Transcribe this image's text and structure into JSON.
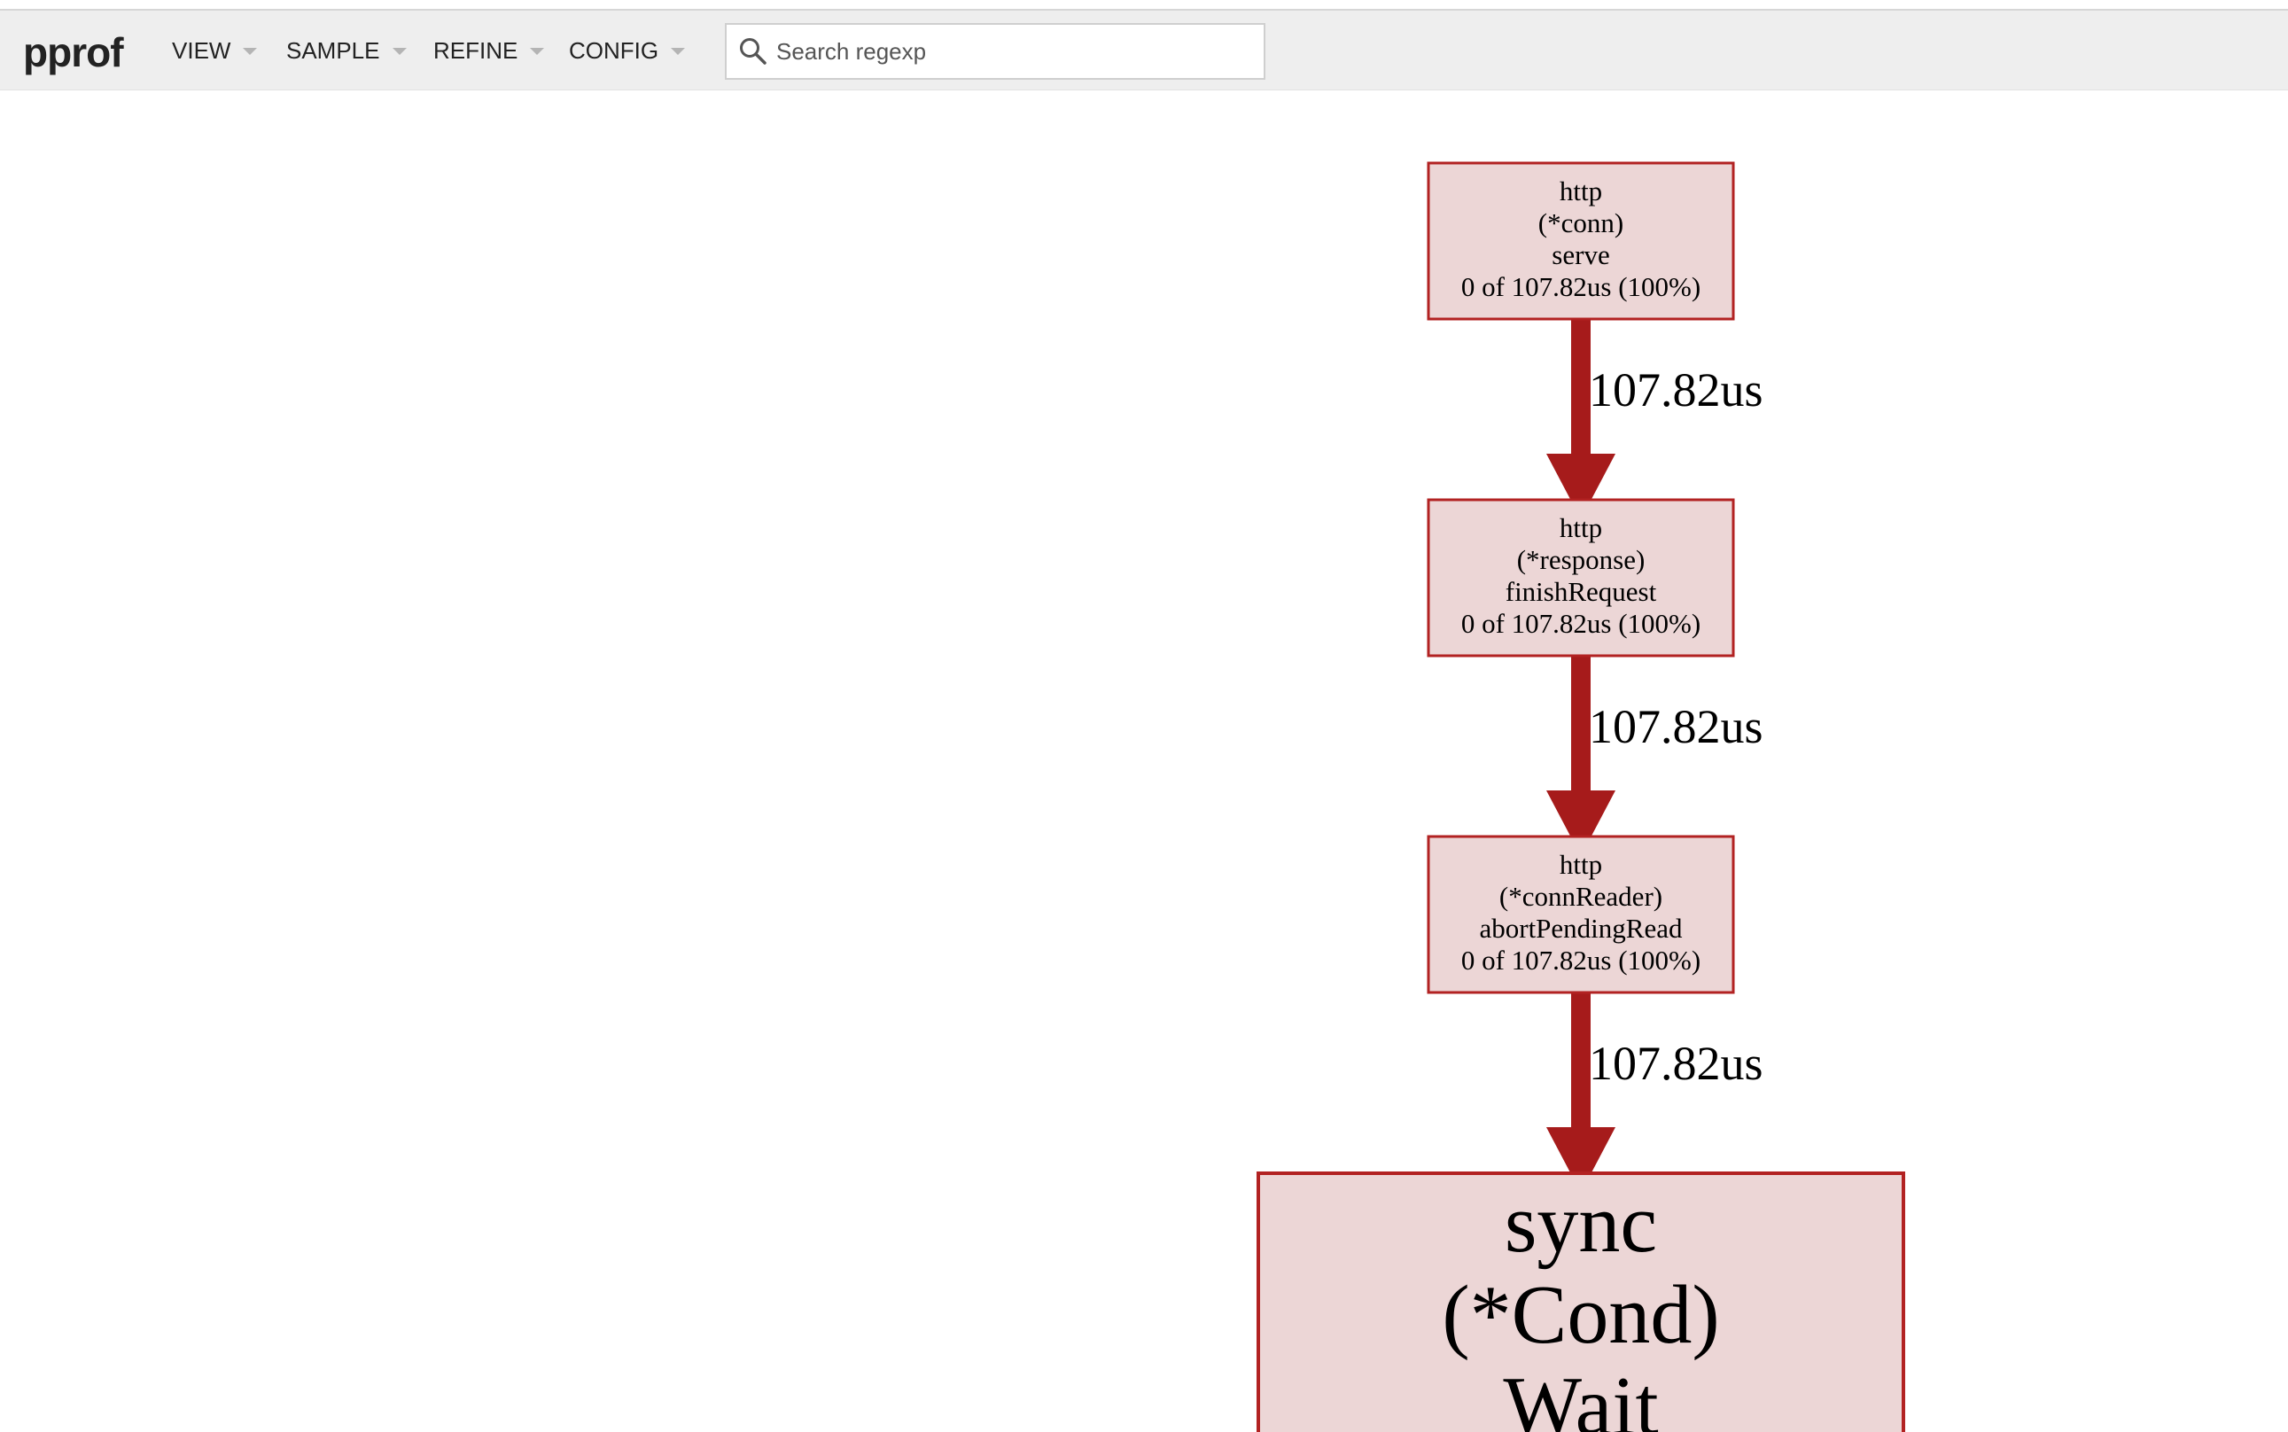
{
  "app": {
    "logo": "pprof"
  },
  "menu": {
    "view": "VIEW",
    "sample": "SAMPLE",
    "refine": "REFINE",
    "config": "CONFIG"
  },
  "search": {
    "placeholder": "Search regexp",
    "value": "",
    "icon": "search-icon"
  },
  "graph": {
    "colors": {
      "node_fill": "#ecd6d6",
      "node_border": "#b22222",
      "edge": "#a61b1b"
    },
    "nodes": [
      {
        "lines": [
          "http",
          "(*conn)",
          "serve",
          "0 of 107.82us (100%)"
        ]
      },
      {
        "lines": [
          "http",
          "(*response)",
          "finishRequest",
          "0 of 107.82us (100%)"
        ]
      },
      {
        "lines": [
          "http",
          "(*connReader)",
          "abortPendingRead",
          "0 of 107.82us (100%)"
        ]
      },
      {
        "lines": [
          "sync",
          "(*Cond)",
          "Wait"
        ]
      }
    ],
    "edges": [
      {
        "label": "107.82us"
      },
      {
        "label": "107.82us"
      },
      {
        "label": "107.82us"
      }
    ]
  }
}
